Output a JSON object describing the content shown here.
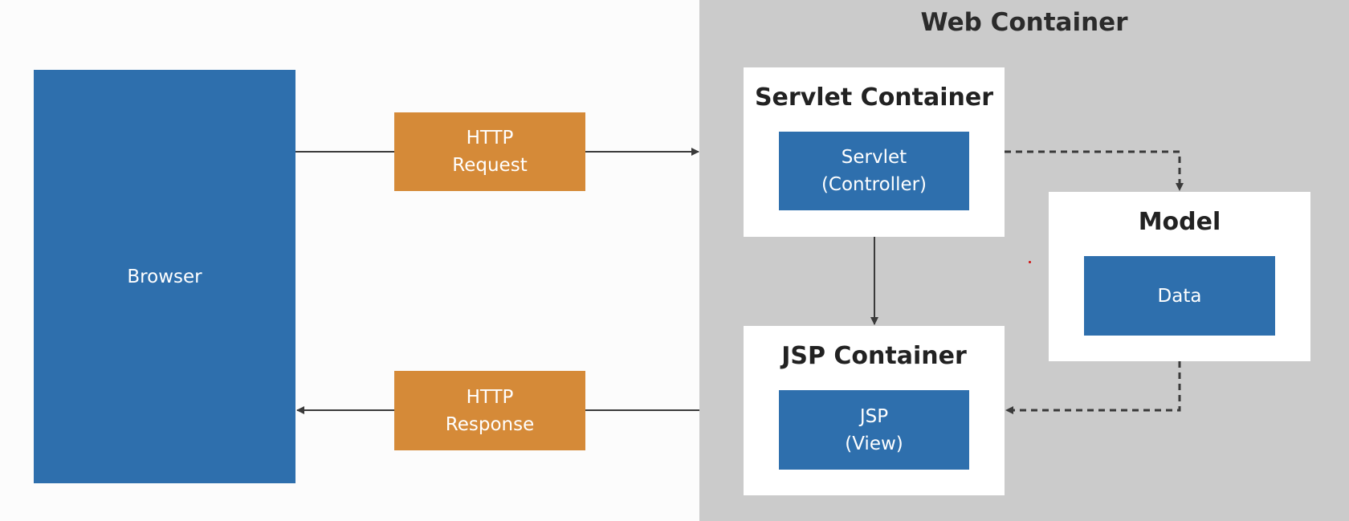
{
  "web_container": {
    "title": "Web Container"
  },
  "browser": {
    "label": "Browser"
  },
  "http_request": {
    "line1": "HTTP",
    "line2": "Request"
  },
  "http_response": {
    "line1": "HTTP",
    "line2": "Response"
  },
  "servlet_container": {
    "title": "Servlet Container",
    "servlet": {
      "line1": "Servlet",
      "line2": "(Controller)"
    }
  },
  "jsp_container": {
    "title": "JSP Container",
    "jsp": {
      "line1": "JSP",
      "line2": "(View)"
    }
  },
  "model": {
    "title": "Model",
    "data": {
      "label": "Data"
    }
  },
  "colors": {
    "blue": "#2e6fad",
    "orange": "#d58a38",
    "container_gray": "#cbcbcb",
    "box_white": "#ffffff",
    "arrow": "#3a3a3a"
  }
}
